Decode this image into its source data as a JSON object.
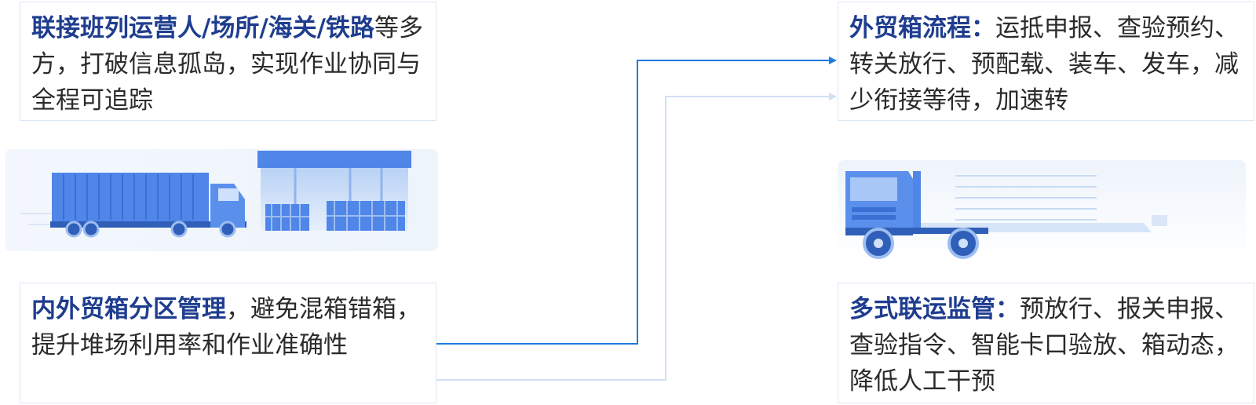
{
  "top_left": {
    "highlight": "联接班列运营人/场所/海关/铁路",
    "text": "等多方，打破信息孤岛，实现作业协同与全程可追踪"
  },
  "bottom_left": {
    "highlight": "内外贸箱分区管理",
    "text": "，避免混箱错箱，提升堆场利用率和作业准确性"
  },
  "top_right": {
    "highlight": "外贸箱流程：",
    "text": "运抵申报、查验预约、转关放行、预配载、装车、发车，减少衔接等待，加速转"
  },
  "bottom_right": {
    "highlight": "多式联运监管：",
    "text": "预放行、报关申报、查验指令、智能卡口验放、箱动态，降低人工干预"
  },
  "colors": {
    "accent_dark": "#1f3d8f",
    "arrow_primary": "#1f7be0",
    "arrow_secondary": "#cfe0f5",
    "card_border": "#dce7f6",
    "truck_blue": "#4f86e8"
  },
  "icons": {
    "left_illustration": "container-truck-warehouse-icon",
    "right_illustration": "flatbed-truck-icon"
  }
}
